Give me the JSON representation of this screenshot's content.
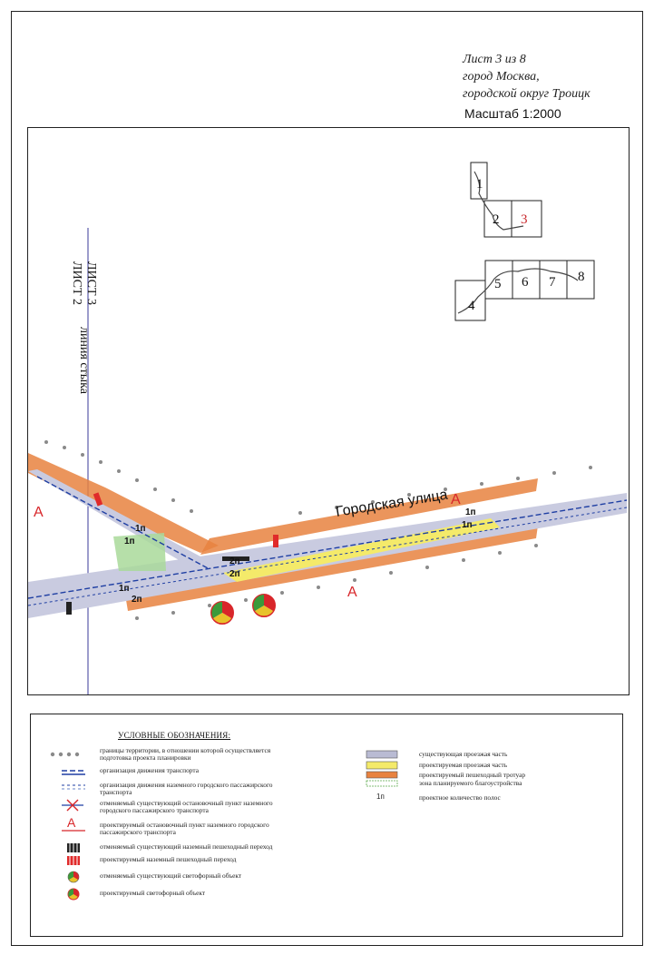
{
  "header": {
    "sheet": "Лист 3 из 8",
    "city": "город Москва,",
    "district": "городской округ Троицк",
    "scale": "Масштаб 1:2000"
  },
  "key_map": {
    "sheets": [
      "1",
      "2",
      "3",
      "4",
      "5",
      "6",
      "7",
      "8"
    ],
    "current_sheet": "3"
  },
  "map": {
    "sheet_boundary_upper": "ЛИСТ 3",
    "sheet_boundary_lower": "ЛИСТ 2",
    "junction_line_label": "линия стыка",
    "street_name": "Городская улица",
    "stop_marker": "А",
    "lane_labels": [
      "1п",
      "1п",
      "2п",
      "2п",
      "1п",
      "2п",
      "1п",
      "1п"
    ]
  },
  "legend": {
    "title": "УСЛОВНЫЕ ОБОЗНАЧЕНИЯ:",
    "left_items": [
      "границы территории, в отношении которой осуществляется подготовка проекта планировки",
      "организация движения транспорта",
      "организация движения наземного городского пассажирского транспорта",
      "отменяемый существующий остановочный пункт наземного городского пассажирского транспорта",
      "проектируемый остановочный пункт наземного городского пассажирского транспорта",
      "отменяемый существующий наземный пешеходный переход",
      "проектируемый наземный пешеходный переход",
      "отменяемый существующий светофорный объект",
      "проектируемый светофорный объект"
    ],
    "right_items": [
      "существующая проезжая часть",
      "проектируемая проезжая часть",
      "проектируемый пешеходный тротуар",
      "зона планируемого благоустройства",
      "проектное количество полос"
    ],
    "lane_symbol": "1п",
    "stop_symbol": "А",
    "colors": {
      "existing_road": "#b9bbd3",
      "projected_road": "#f4ea6a",
      "sidewalk": "#e8823f",
      "landscaping": "#a9d99a",
      "boundary_dots": "#8a8a8a",
      "stop_red": "#d8262a",
      "transit_blue": "#1f3fa3"
    }
  }
}
